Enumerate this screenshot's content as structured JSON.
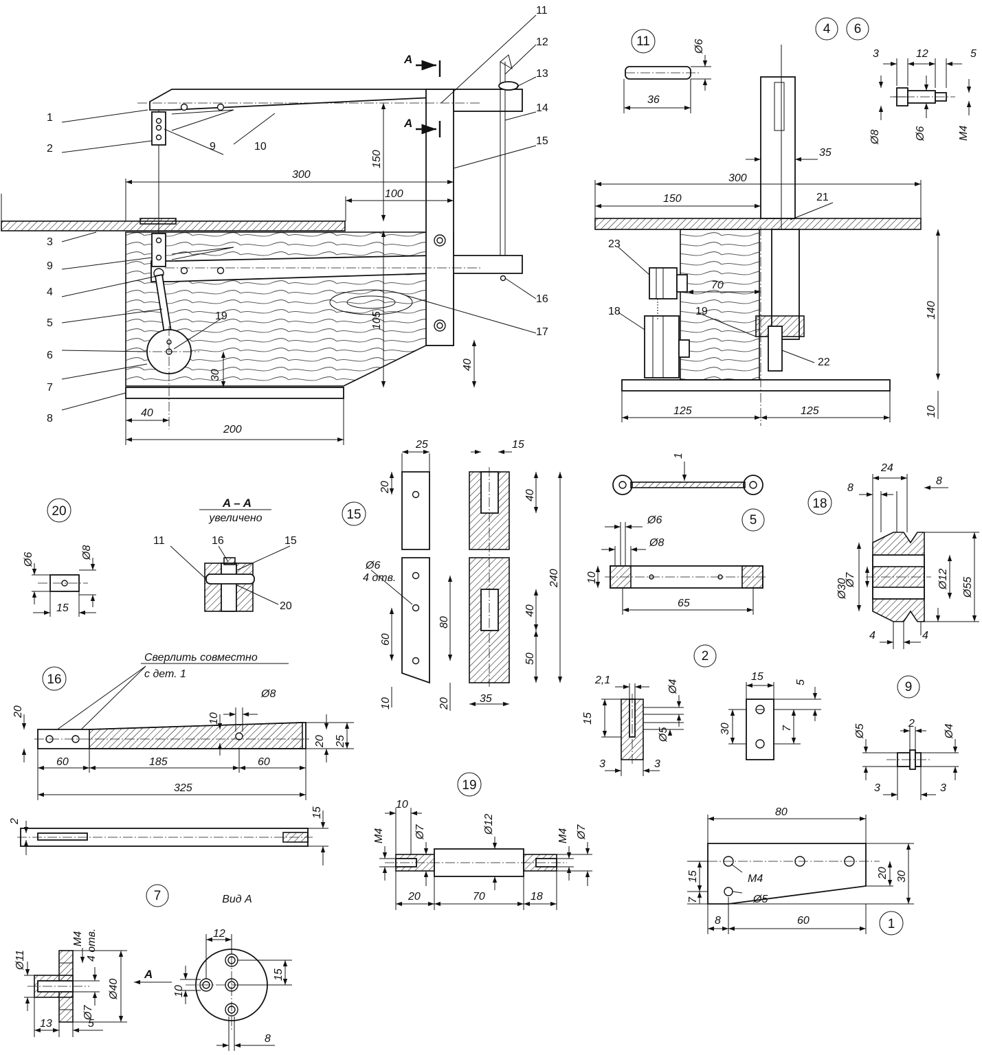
{
  "leaders": [
    "1",
    "2",
    "3",
    "4",
    "5",
    "6",
    "7",
    "8",
    "9",
    "9",
    "10",
    "11",
    "12",
    "13",
    "14",
    "15",
    "16",
    "17",
    "19"
  ],
  "main_dims": [
    "300",
    "100",
    "150",
    "105",
    "200",
    "40",
    "30",
    "40"
  ],
  "section_marks": [
    "A",
    "A"
  ],
  "end_view": {
    "leaders": [
      "21",
      "23",
      "18",
      "19",
      "22"
    ],
    "dims": [
      "35",
      "300",
      "150",
      "70",
      "140",
      "125",
      "125",
      "10"
    ]
  },
  "part_circles": [
    "11",
    "4",
    "6",
    "20",
    "15",
    "5",
    "18",
    "16",
    "2",
    "9",
    "19",
    "7",
    "1"
  ],
  "p11_dims": [
    "Ø6",
    "36"
  ],
  "p46_dims": [
    "3",
    "12",
    "5",
    "Ø8",
    "Ø6",
    "M4"
  ],
  "section_aa": {
    "title": "A – A",
    "subtitle": "увеличено",
    "leaders": [
      "11",
      "16",
      "15",
      "20"
    ]
  },
  "p20_dims": [
    "Ø6",
    "Ø8",
    "15"
  ],
  "p15_dims": [
    "25",
    "15",
    "20",
    "40",
    "240",
    "Ø6",
    "4 отв.",
    "80",
    "60",
    "40",
    "50",
    "10",
    "20",
    "35"
  ],
  "p5_dims": [
    "1",
    "Ø6",
    "Ø8",
    "10",
    "65"
  ],
  "p18_dims": [
    "24",
    "8",
    "8",
    "Ø30",
    "Ø7",
    "Ø12",
    "Ø55",
    "4",
    "4"
  ],
  "p16": {
    "note_line1": "Сверлить совместно",
    "note_line2": "с дет. 1",
    "dims": [
      "20",
      "10",
      "Ø8",
      "20",
      "25",
      "60",
      "185",
      "60",
      "325",
      "2",
      "15"
    ]
  },
  "p2_dims": [
    "2,1",
    "Ø4",
    "15",
    "Ø5",
    "3",
    "3",
    "15",
    "5",
    "30",
    "7"
  ],
  "p9_dims": [
    "Ø5",
    "2",
    "Ø4",
    "3",
    "3"
  ],
  "p19_dims": [
    "10",
    "M4",
    "Ø7",
    "Ø12",
    "M4",
    "Ø7",
    "20",
    "70",
    "18"
  ],
  "p1_dims": [
    "80",
    "M4",
    "Ø5",
    "15",
    "20",
    "30",
    "7",
    "8",
    "60"
  ],
  "p7_dims": [
    "M4",
    "4 отв.",
    "Ø11",
    "Ø40",
    "Ø7",
    "13",
    "5"
  ],
  "p7_arrow": "A",
  "view_a": {
    "title": "Вид А",
    "dims": [
      "12",
      "15",
      "10",
      "8"
    ]
  }
}
